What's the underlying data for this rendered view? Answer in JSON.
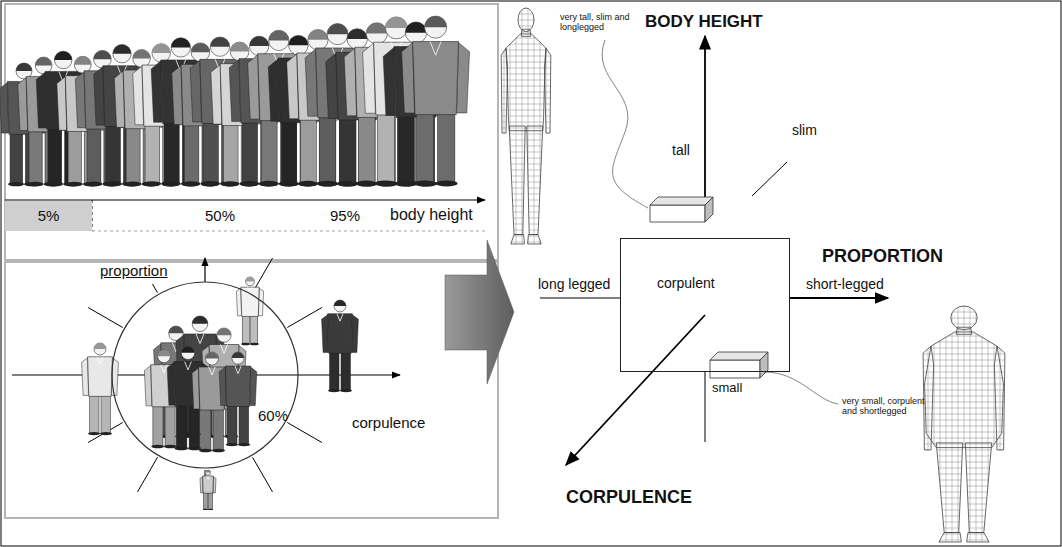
{
  "diagram": {
    "nodes": [
      {
        "text": [
          "5%"
        ]
      },
      {
        "text": [
          "60%"
        ]
      },
      {
        "text": [
          "corpulent"
        ]
      }
    ],
    "labels": [
      "50%",
      "95%",
      "body height",
      "proportion",
      "corpulence",
      "BODY HEIGHT",
      "very tall, slim and longlegged",
      "tall",
      "slim",
      "PROPORTION",
      "long legged",
      "short-legged",
      "small",
      "very small, corpulent and shortlegged",
      "CORPULENCE"
    ]
  }
}
